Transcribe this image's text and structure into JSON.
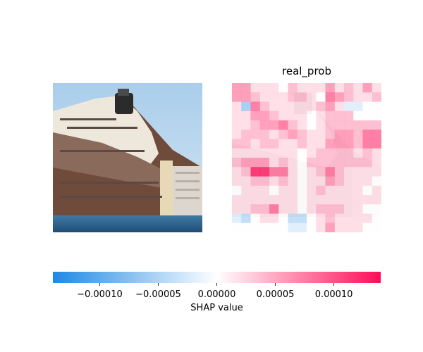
{
  "chart_data": {
    "type": "heatmap",
    "title": "real_prob",
    "colorbar": {
      "label": "SHAP value",
      "range": [
        -0.00014,
        0.00014
      ],
      "ticks": [
        -0.0001,
        -5e-05,
        0.0,
        5e-05,
        0.0001
      ],
      "tick_labels": [
        "−0.00010",
        "−0.00005",
        "0.00000",
        "0.00005",
        "0.00010"
      ],
      "colormap": {
        "negative": "#1e88e5",
        "mid": "#ffffff",
        "positive": "#ff0d57"
      }
    },
    "grid": {
      "rows": 16,
      "cols": 16
    },
    "shap_values": [
      [
        3,
        3,
        1,
        1,
        1,
        0,
        2,
        1,
        1,
        1,
        3,
        1,
        2,
        1,
        3,
        1
      ],
      [
        3,
        3,
        2,
        1,
        1,
        1,
        2,
        2,
        1,
        0,
        4,
        3,
        2,
        1,
        1,
        2
      ],
      [
        1,
        -3,
        4,
        2,
        1,
        1,
        1,
        1,
        1,
        2,
        3,
        1,
        -1,
        -1,
        0,
        0
      ],
      [
        1,
        1,
        3,
        3,
        2,
        1,
        1,
        1,
        0,
        1,
        2,
        2,
        2,
        0,
        0,
        0
      ],
      [
        1,
        1,
        2,
        3,
        3,
        4,
        2,
        1,
        0,
        1,
        2,
        2,
        2,
        2,
        2,
        2
      ],
      [
        1,
        2,
        2,
        2,
        1,
        2,
        3,
        2,
        1,
        1,
        2,
        3,
        3,
        2,
        4,
        4
      ],
      [
        2,
        2,
        1,
        2,
        2,
        1,
        1,
        2,
        1,
        1,
        3,
        3,
        3,
        2,
        4,
        4
      ],
      [
        1,
        1,
        1,
        1,
        1,
        1,
        1,
        0,
        1,
        2,
        2,
        2,
        2,
        1,
        2,
        1
      ],
      [
        2,
        3,
        3,
        3,
        1,
        2,
        1,
        0,
        2,
        2,
        2,
        2,
        2,
        2,
        2,
        1
      ],
      [
        1,
        2,
        6,
        6,
        4,
        4,
        1,
        0,
        1,
        2,
        4,
        2,
        1,
        1,
        1,
        1
      ],
      [
        1,
        1,
        2,
        2,
        1,
        2,
        1,
        0,
        1,
        1,
        3,
        2,
        1,
        1,
        1,
        0
      ],
      [
        0,
        1,
        1,
        1,
        0,
        1,
        1,
        0,
        1,
        2,
        1,
        1,
        1,
        1,
        0,
        1
      ],
      [
        1,
        1,
        1,
        1,
        1,
        1,
        1,
        0,
        1,
        1,
        1,
        1,
        1,
        1,
        1,
        1
      ],
      [
        1,
        1,
        2,
        2,
        4,
        1,
        1,
        0,
        1,
        2,
        2,
        2,
        1,
        1,
        0,
        0
      ],
      [
        -1,
        -2,
        0,
        1,
        1,
        0,
        -2,
        -2,
        0,
        1,
        2,
        1,
        1,
        1,
        1,
        0
      ],
      [
        0,
        0,
        0,
        0,
        0,
        0,
        -1,
        -1,
        0,
        1,
        3,
        1,
        1,
        1,
        0,
        0
      ]
    ],
    "shap_units": "1e-5",
    "image_description_colors": {
      "sky": "#9fc7ea",
      "hull": "#6e4a3a",
      "superstructure": "#efe9e1",
      "water": "#2d5f86"
    }
  }
}
